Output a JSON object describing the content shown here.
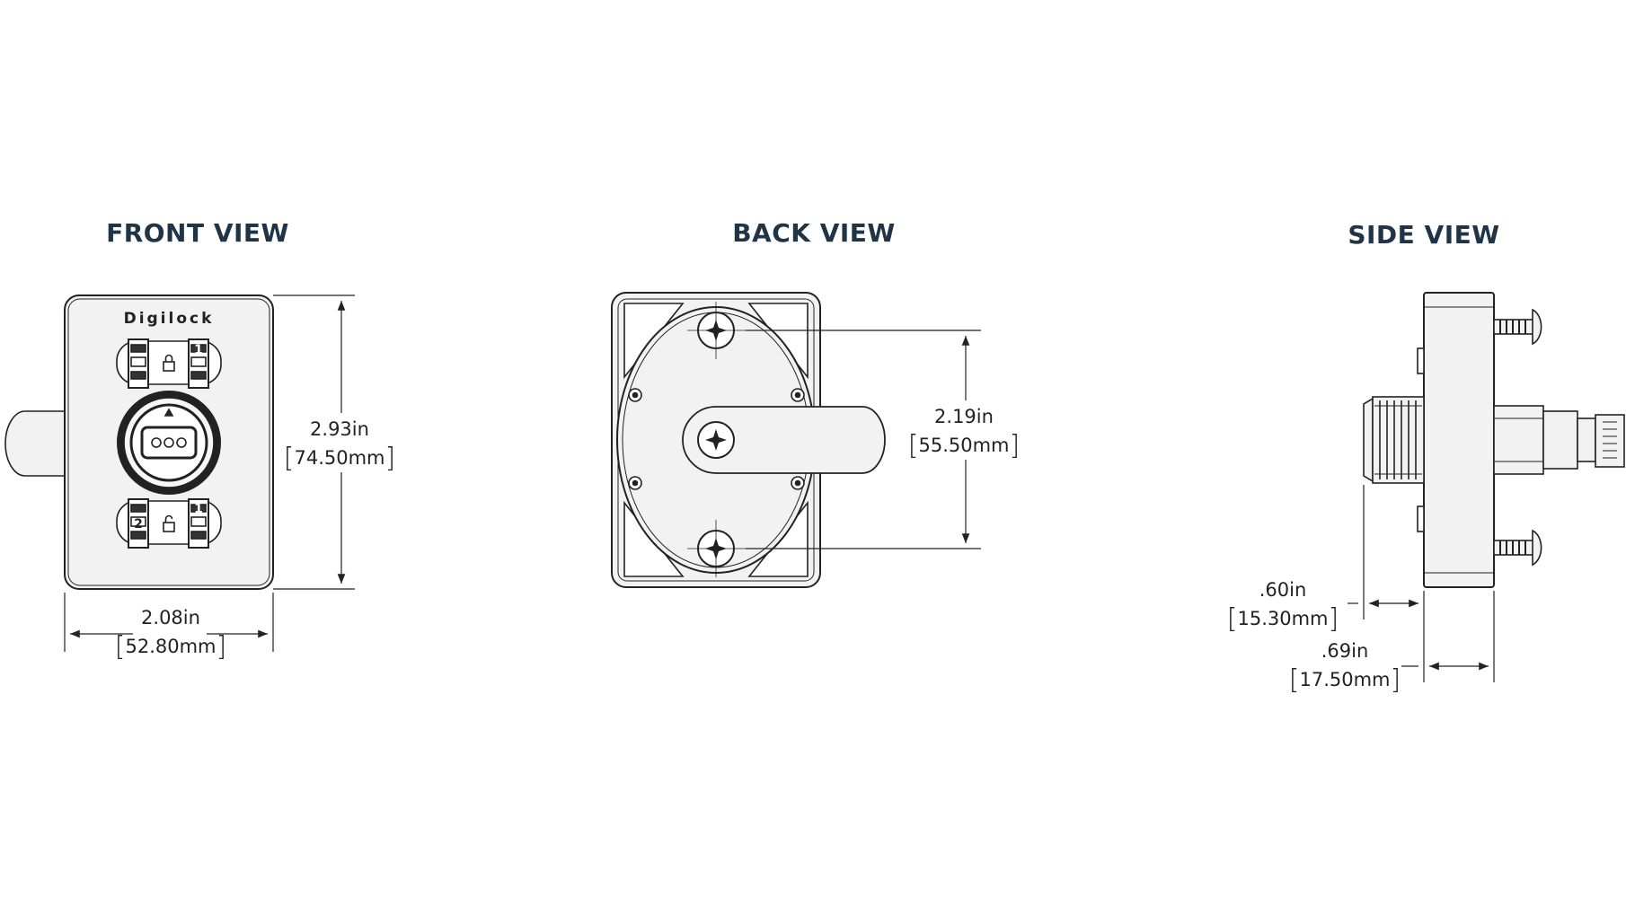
{
  "views": {
    "front": {
      "title": "FRONT VIEW",
      "brand": "Digilock"
    },
    "back": {
      "title": "BACK VIEW"
    },
    "side": {
      "title": "SIDE VIEW"
    }
  },
  "dimensions": {
    "front_height": {
      "in": "2.93in",
      "mm": "74.50mm"
    },
    "front_width": {
      "in": "2.08in",
      "mm": "52.80mm"
    },
    "back_hole_spacing": {
      "in": "2.19in",
      "mm": "55.50mm"
    },
    "side_knob_depth": {
      "in": ".60in",
      "mm": "15.30mm"
    },
    "side_body_depth": {
      "in": ".69in",
      "mm": "17.50mm"
    }
  },
  "keypad": {
    "top_label": "1",
    "bottom_labels": [
      "2",
      "1"
    ]
  },
  "colors": {
    "title": "#1f3446",
    "line": "#222222",
    "fill": "#f2f2f2"
  }
}
